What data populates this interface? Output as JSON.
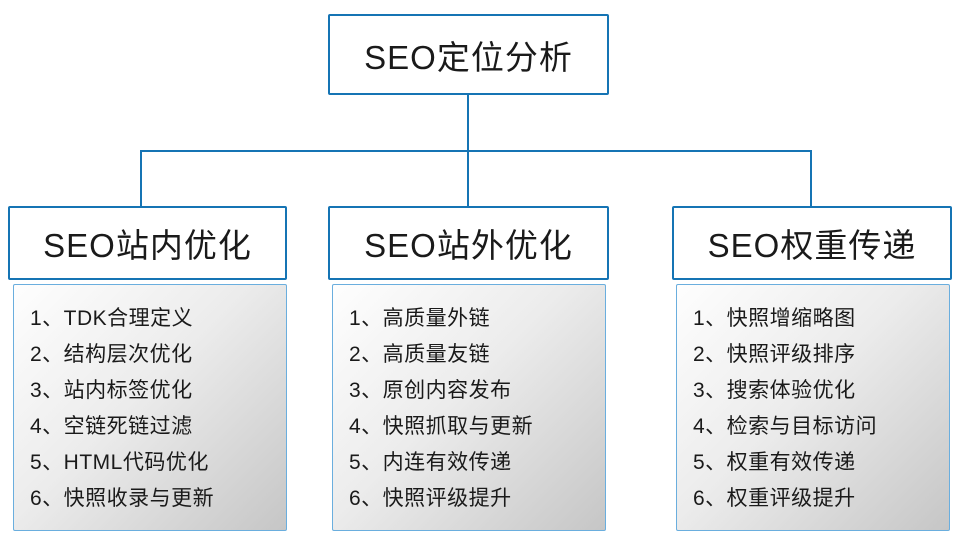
{
  "root": {
    "title": "SEO定位分析"
  },
  "columns": [
    {
      "title": "SEO站内优化",
      "items": [
        "1、TDK合理定义",
        "2、结构层次优化",
        "3、站内标签优化",
        "4、空链死链过滤",
        "5、HTML代码优化",
        "6、快照收录与更新"
      ]
    },
    {
      "title": "SEO站外优化",
      "items": [
        "1、高质量外链",
        "2、高质量友链",
        "3、原创内容发布",
        "4、快照抓取与更新",
        "5、内连有效传递",
        "6、快照评级提升"
      ]
    },
    {
      "title": "SEO权重传递",
      "items": [
        "1、快照增缩略图",
        "2、快照评级排序",
        "3、搜索体验优化",
        "4、检索与目标访问",
        "5、权重有效传递",
        "6、权重评级提升"
      ]
    }
  ],
  "colors": {
    "accent_border": "#1574b4",
    "list_border": "#6aaede",
    "list_gradient_start": "#fefefe",
    "list_gradient_end": "#c6c6c6",
    "text": "#1a1a1a"
  }
}
